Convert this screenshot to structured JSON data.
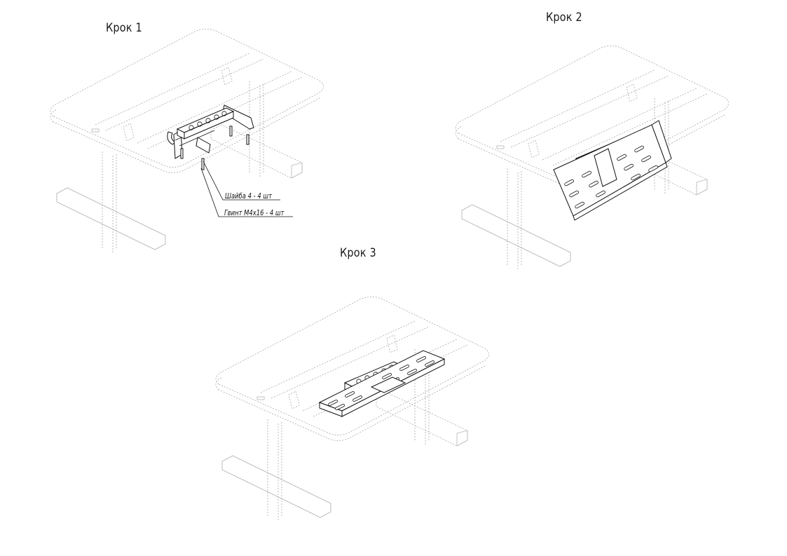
{
  "steps": [
    {
      "title": "Крок 1"
    },
    {
      "title": "Крок 2"
    },
    {
      "title": "Крок 3"
    }
  ],
  "callouts": {
    "washer": "Шайба 4 - 4 шт",
    "screw": "Гвинт М4х16 - 4 шт"
  }
}
